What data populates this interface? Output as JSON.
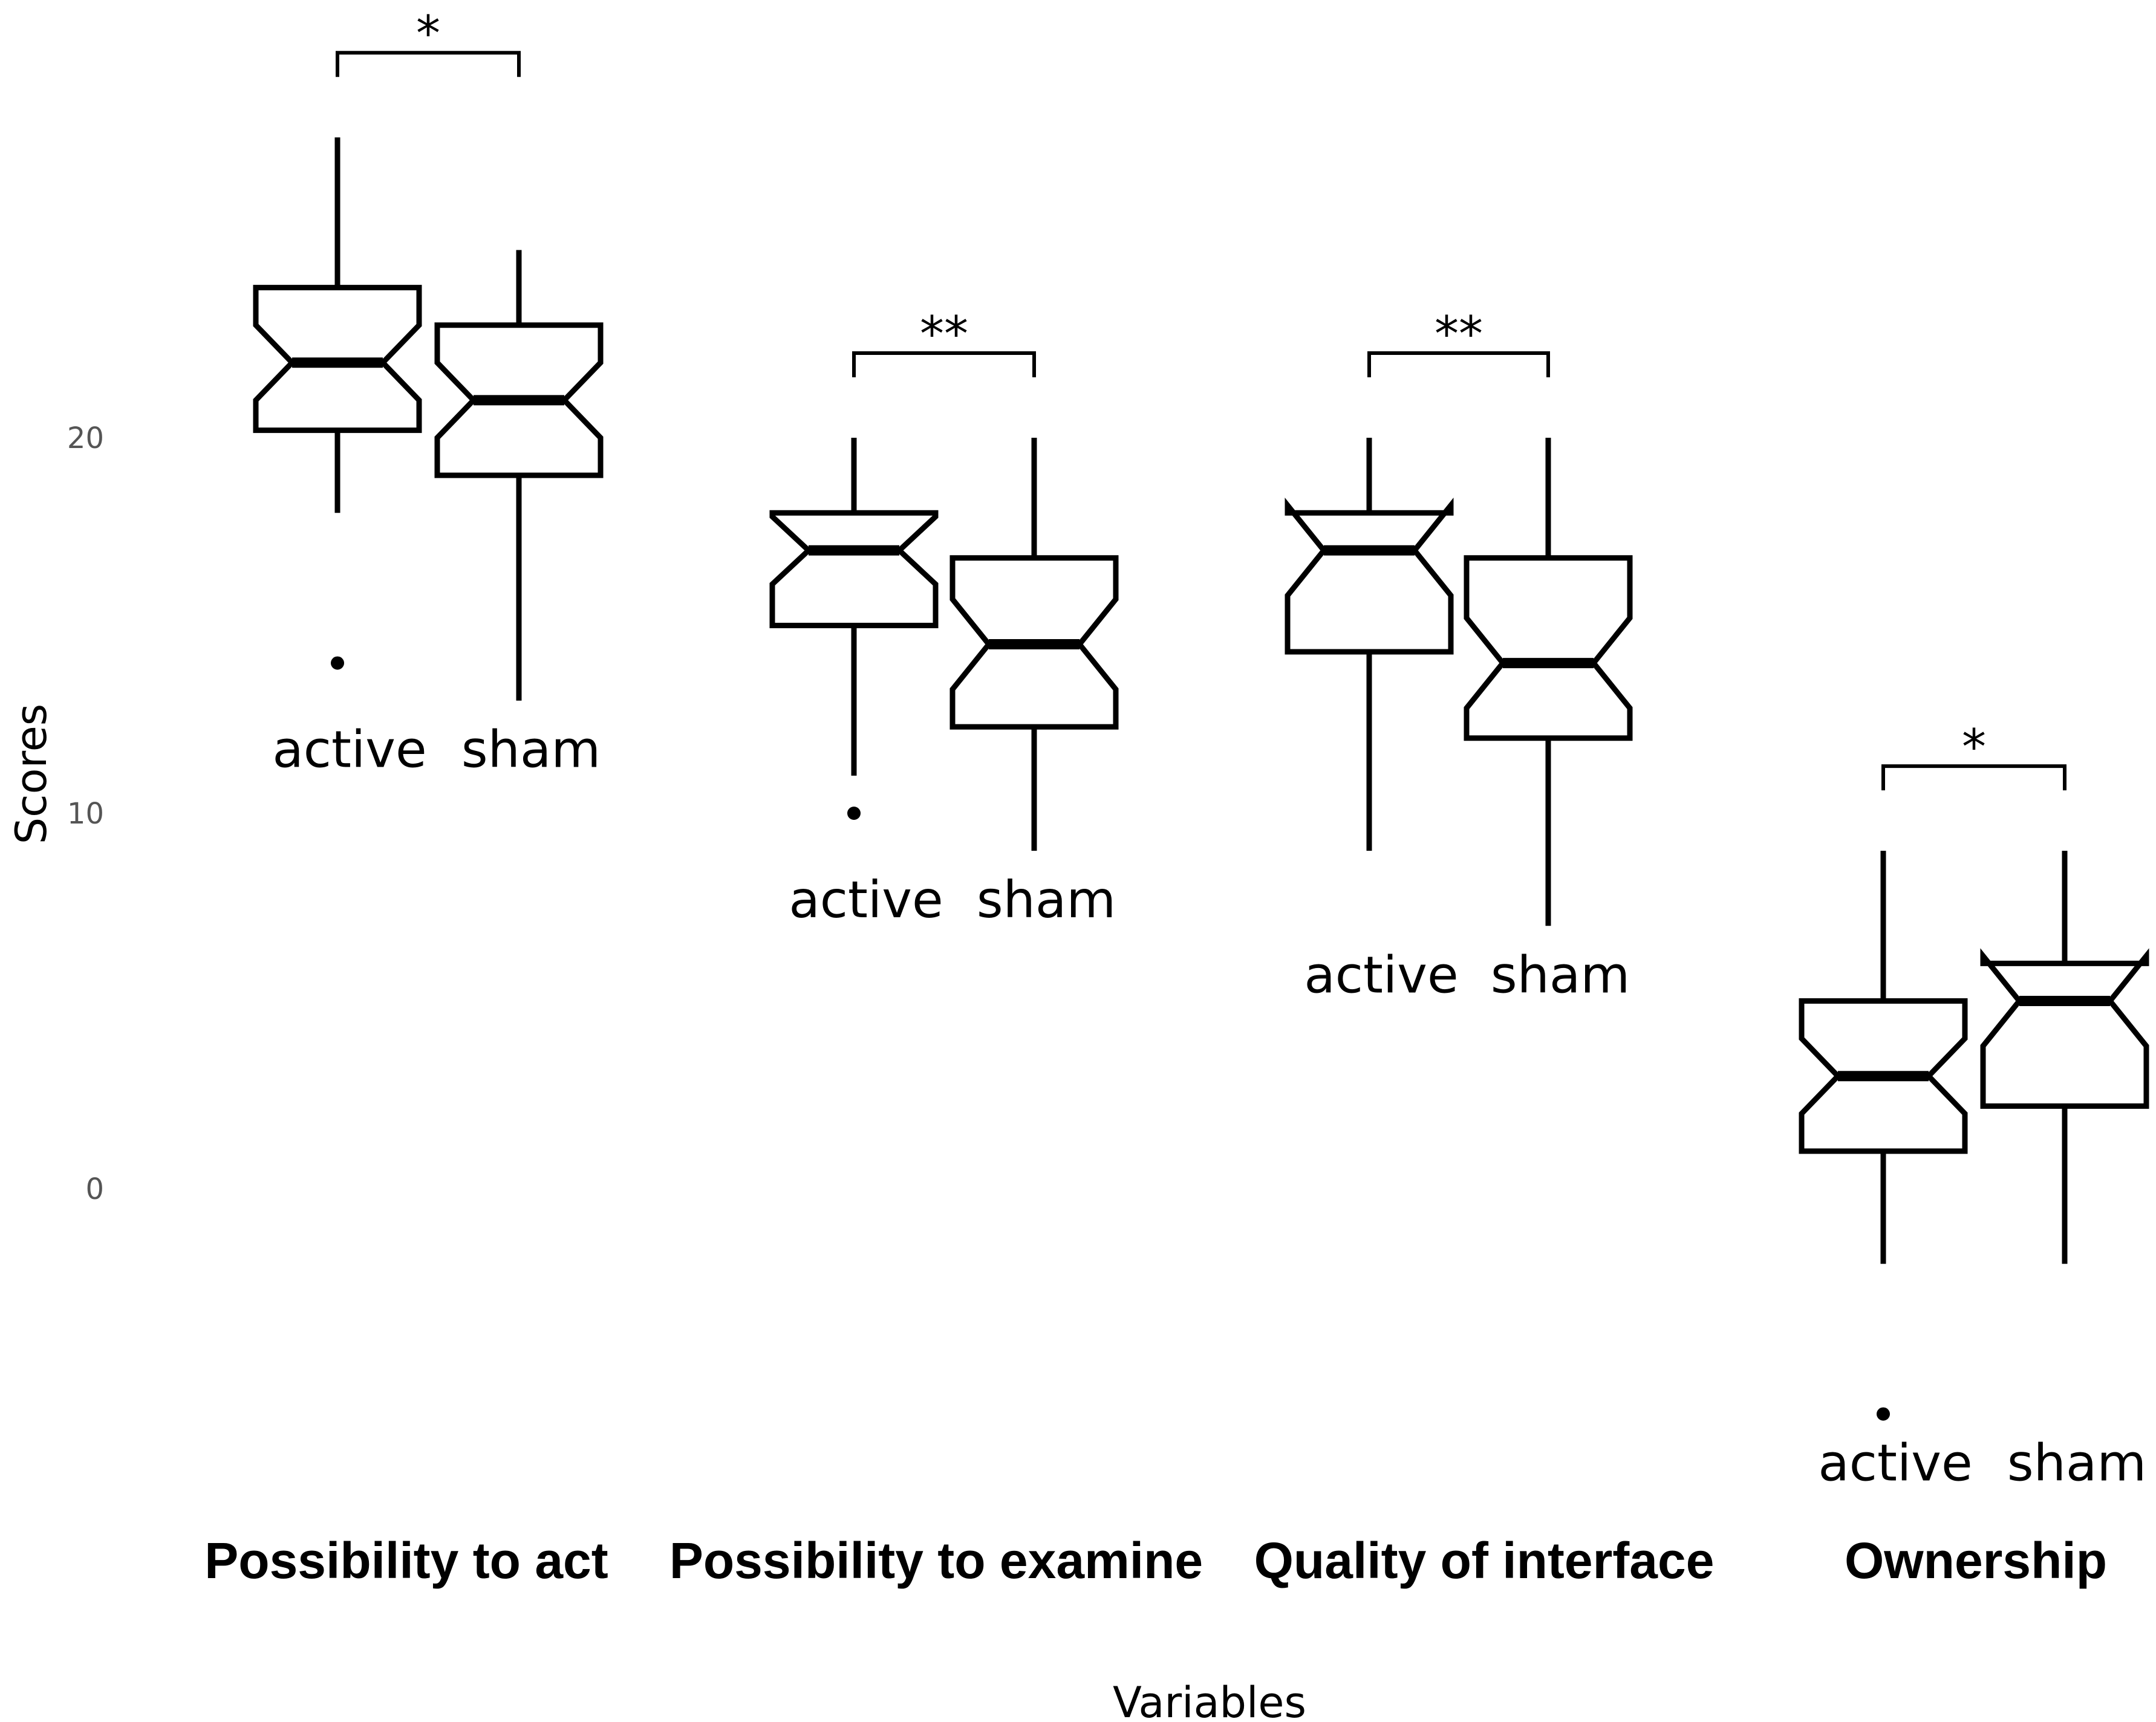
{
  "chart_data": {
    "type": "boxplot",
    "notched": true,
    "xlabel": "Variables",
    "ylabel": "Scores",
    "yticks": [
      0,
      10,
      20
    ],
    "ylim": [
      -12,
      29
    ],
    "grid": false,
    "groups": [
      {
        "label": "Possibility to act",
        "significance": "*",
        "boxes": [
          {
            "name": "active",
            "whisker_low": 18,
            "q1": 20.2,
            "median": 22,
            "q3": 24,
            "whisker_high": 28,
            "notch": [
              21,
              23
            ],
            "outliers": [
              14
            ]
          },
          {
            "name": "sham",
            "whisker_low": 13,
            "q1": 19,
            "median": 21,
            "q3": 23,
            "whisker_high": 25,
            "notch": [
              20,
              22
            ],
            "outliers": []
          }
        ]
      },
      {
        "label": "Possibility to examine",
        "significance": "**",
        "boxes": [
          {
            "name": "active",
            "whisker_low": 11,
            "q1": 15,
            "median": 17,
            "q3": 18,
            "whisker_high": 20,
            "notch": [
              16.1,
              17.9
            ],
            "outliers": [
              10
            ]
          },
          {
            "name": "sham",
            "whisker_low": 9,
            "q1": 12.3,
            "median": 14.5,
            "q3": 16.8,
            "whisker_high": 20,
            "notch": [
              13.3,
              15.7
            ],
            "outliers": []
          }
        ]
      },
      {
        "label": "Quality of interface",
        "significance": "**",
        "boxes": [
          {
            "name": "active",
            "whisker_low": 9,
            "q1": 14.3,
            "median": 17,
            "q3": 18,
            "whisker_high": 20,
            "notch": [
              15.8,
              18.2
            ],
            "outliers": []
          },
          {
            "name": "sham",
            "whisker_low": 7,
            "q1": 12,
            "median": 14,
            "q3": 16.8,
            "whisker_high": 20,
            "notch": [
              12.8,
              15.2
            ],
            "outliers": []
          }
        ]
      },
      {
        "label": "Ownership",
        "significance": "*",
        "boxes": [
          {
            "name": "active",
            "whisker_low": -2,
            "q1": 1,
            "median": 3,
            "q3": 5,
            "whisker_high": 9,
            "notch": [
              2,
              4
            ],
            "outliers": [
              -6
            ]
          },
          {
            "name": "sham",
            "whisker_low": -2,
            "q1": 2.2,
            "median": 5,
            "q3": 6,
            "whisker_high": 9,
            "notch": [
              3.8,
              6.2
            ],
            "outliers": []
          }
        ]
      }
    ]
  }
}
